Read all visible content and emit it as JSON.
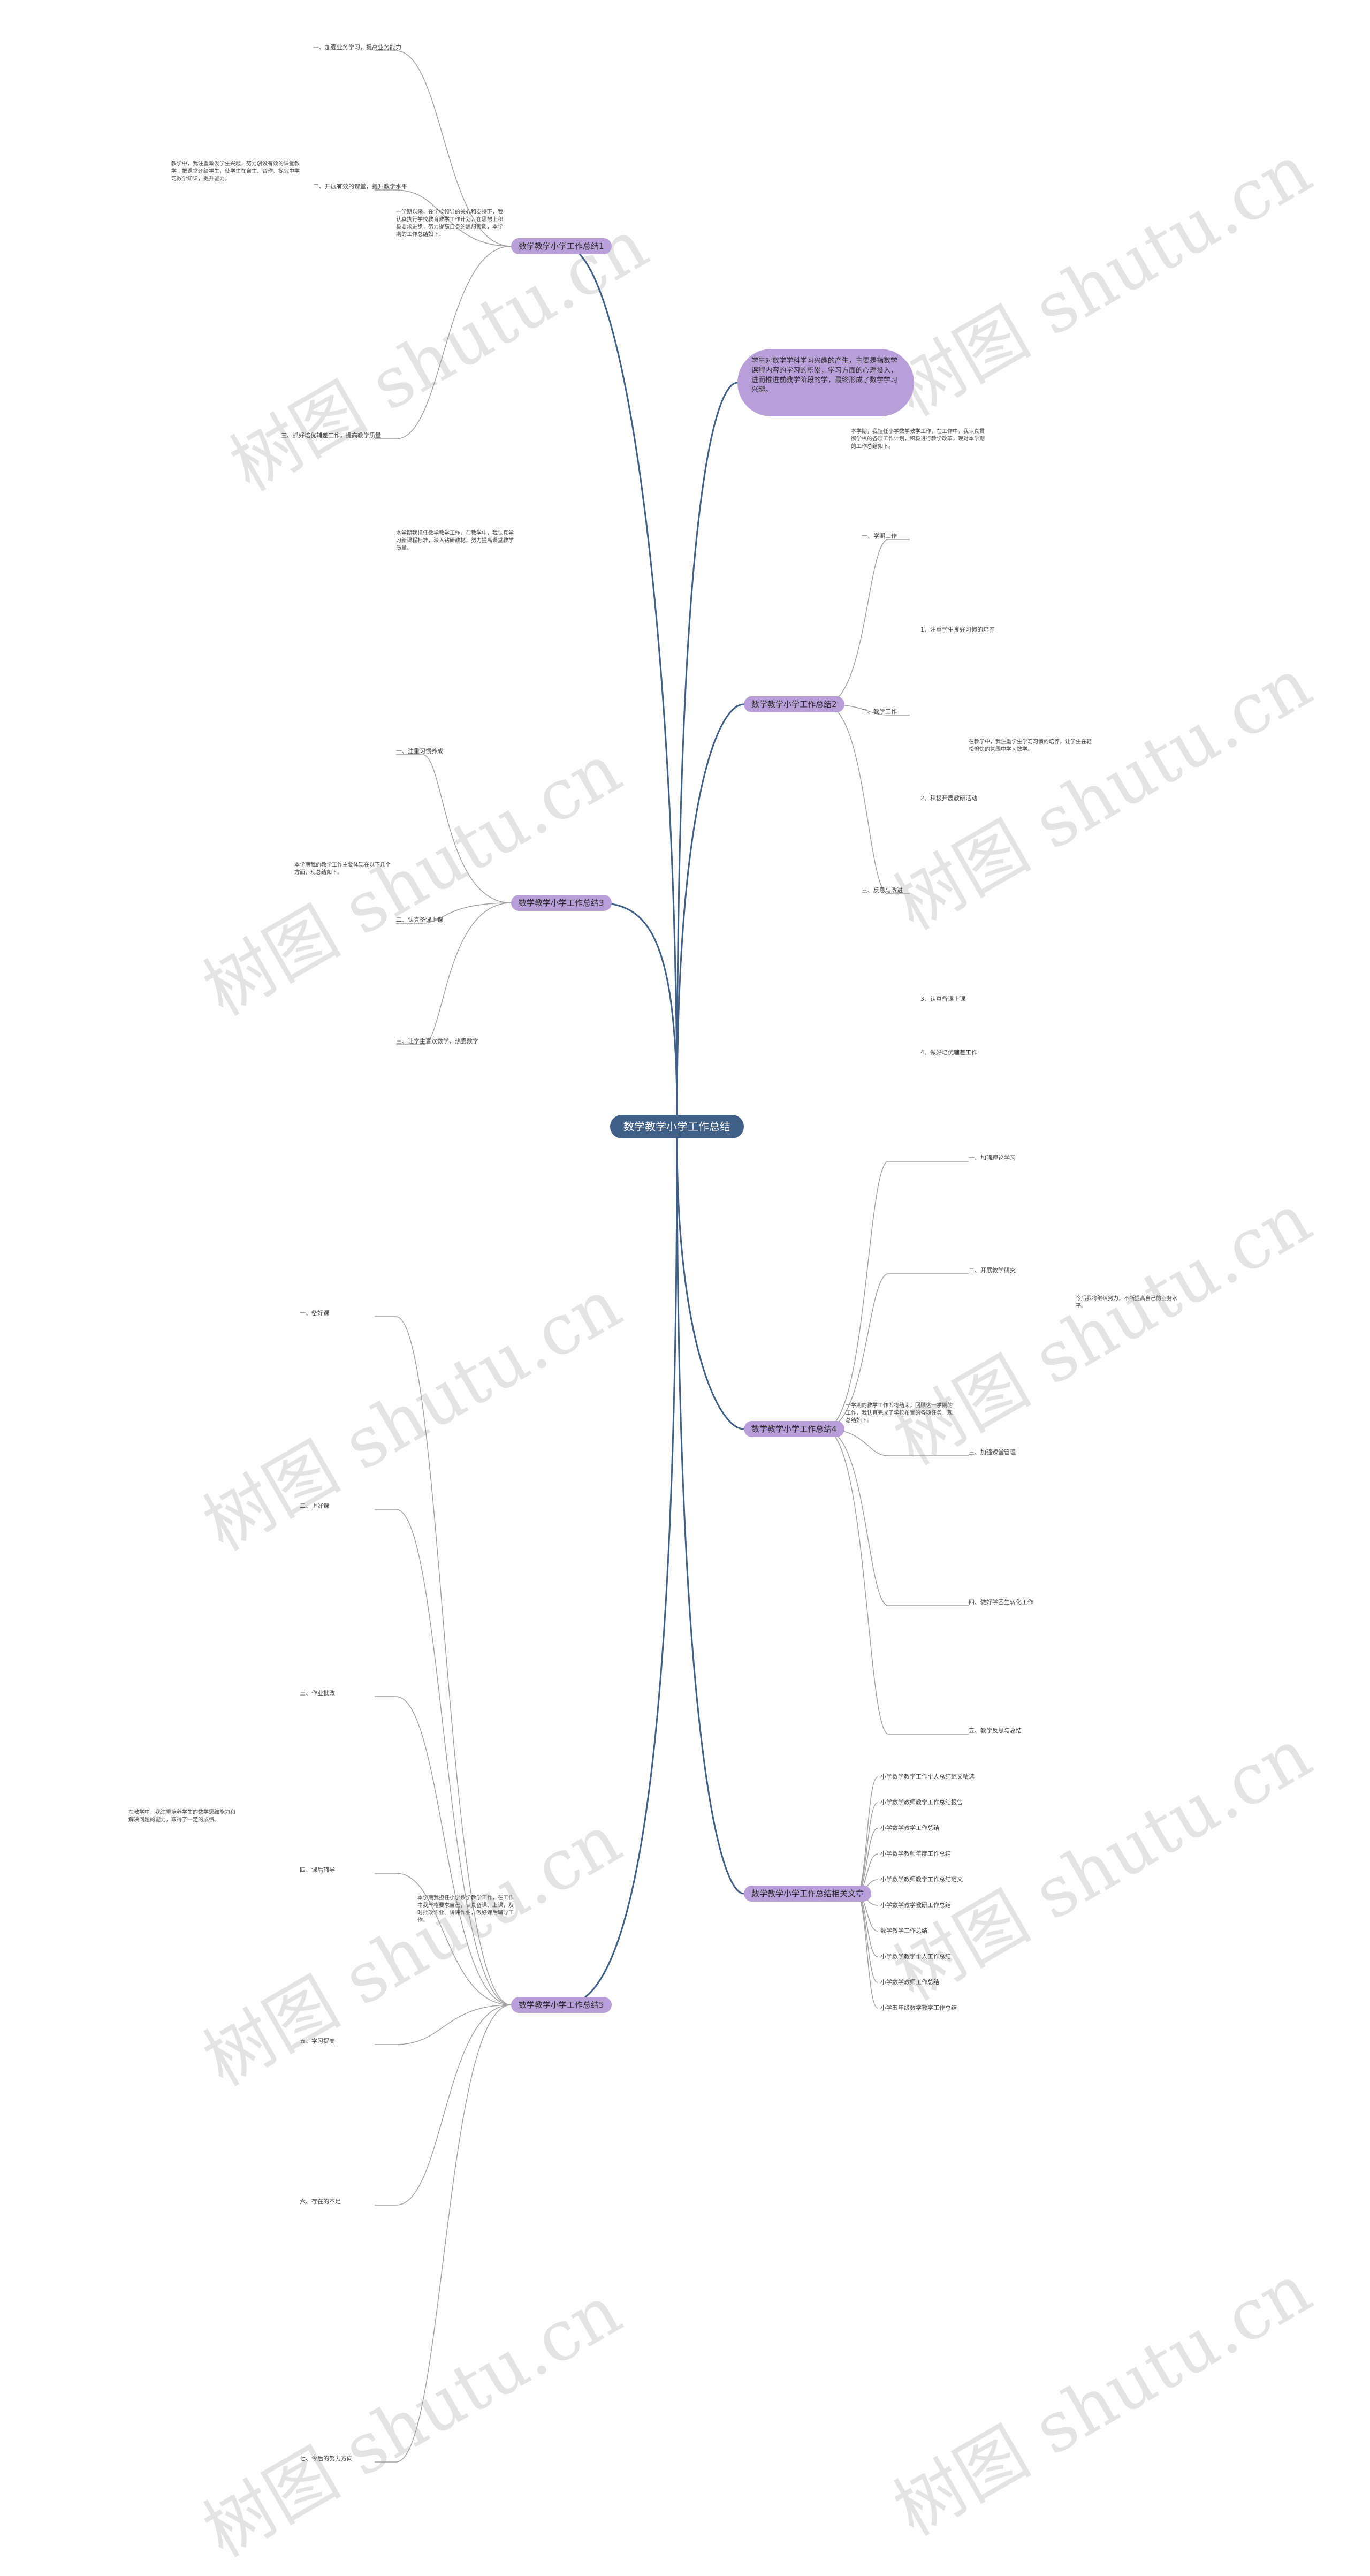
{
  "watermark": "树图 shutu.cn",
  "root": "数学教学小学工作总结",
  "intro": "学生对数学学科学习兴趣的产生，主要是指数学课程内容的学习的积累，学习方面的心理投入，进而推进前教学阶段的学，最终形成了数学学习兴趣。",
  "branches": [
    {
      "label": "数学教学小学工作总结1"
    },
    {
      "label": "数学教学小学工作总结2"
    },
    {
      "label": "数学教学小学工作总结3"
    },
    {
      "label": "数学教学小学工作总结4"
    },
    {
      "label": "数学教学小学工作总结5"
    },
    {
      "label": "数学教学小学工作总结相关文章"
    }
  ],
  "b1": {
    "items": [
      "一、加强业务学习，提高业务能力",
      "二、开展有效的课堂，提升教学水平",
      "三、抓好培优辅差工作，提高教学质量"
    ],
    "notes": [
      "一学期以来，在学校领导的关心和支持下，我认真执行学校教育教学工作计划，在思想上积极要求进步，努力提高自身的思想素质，本学期的工作总结如下：",
      "教学中，我注重激发学生兴趣，努力创设有效的课堂教学，把课堂还给学生，使学生在自主、合作、探究中学习数学知识，提升能力。"
    ]
  },
  "b2": {
    "items": [
      "一、学期工作",
      "二、教学工作",
      "三、反思与改进"
    ],
    "subitems": [
      "1、注重学生良好习惯的培养",
      "2、积极开展教研活动",
      "3、认真备课上课",
      "4、做好培优辅差工作"
    ],
    "notes": [
      "本学期，我担任小学数学教学工作，在工作中，我认真贯彻学校的各项工作计划，积极进行教学改革，现对本学期的工作总结如下。",
      "在教学中，我注重学生学习习惯的培养，让学生在轻松愉快的氛围中学习数学。"
    ]
  },
  "b3": {
    "items": [
      "一、注重习惯养成",
      "二、认真备课上课",
      "三、让学生喜欢数学，热爱数学"
    ],
    "notes": [
      "本学期我担任数学教学工作，在教学中，我认真学习新课程标准，深入钻研教材，努力提高课堂教学质量。",
      "本学期我的教学工作主要体现在以下几个方面，现总结如下。"
    ]
  },
  "b4": {
    "items": [
      "一、加强理论学习",
      "二、开展教学研究",
      "三、加强课堂管理",
      "四、做好学困生转化工作",
      "五、教学反思与总结"
    ],
    "notes": [
      "一学期的教学工作即将结束，回顾这一学期的工作，我认真完成了学校布置的各项任务，现总结如下。",
      "今后我将继续努力，不断提高自己的业务水平。"
    ]
  },
  "b5": {
    "items": [
      "一、备好课",
      "二、上好课",
      "三、作业批改",
      "四、课后辅导",
      "五、学习提高",
      "六、存在的不足",
      "七、今后的努力方向"
    ],
    "notes": [
      "本学期我担任小学数学教学工作，在工作中我严格要求自己，认真备课、上课，及时批改作业、讲评作业，做好课后辅导工作。",
      "在教学中，我注重培养学生的数学思维能力和解决问题的能力，取得了一定的成绩。"
    ]
  },
  "related": [
    "小学数学教学工作个人总结范文精选",
    "小学数学教师教学工作总结报告",
    "小学数学教学工作总结",
    "小学数学教师年度工作总结",
    "小学数学教师教学工作总结范文",
    "小学数学教学教研工作总结",
    "数学教学工作总结",
    "小学数学教学个人工作总结",
    "小学数学教师工作总结",
    "小学五年级数学教学工作总结"
  ],
  "colors": {
    "root": "#3f5f86",
    "branch": "#b89fd9",
    "link": "#3f5f86",
    "line": "#a0a0a0"
  }
}
